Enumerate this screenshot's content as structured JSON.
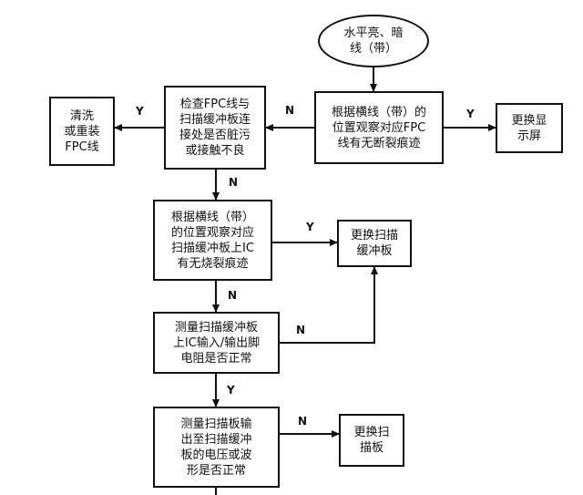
{
  "diagram": {
    "nodes": {
      "start": "水平亮、暗\n线（带）",
      "observe_fpc": "根据横线（带）的\n位置观察对应FPC\n线有无断裂痕迹",
      "replace_display": "更换显\n示屏",
      "check_fpc": "检查FPC线与\n扫描缓冲板连\n接处是否脏污\n或接触不良",
      "clean_fpc": "清洗\n或重装\nFPC线",
      "observe_ic": "根据横线（带）\n的位置观察对应\n扫描缓冲板上IC\n有无烧裂痕迹",
      "replace_buffer": "更换扫描\n缓冲板",
      "measure_ic": "测量扫描缓冲板\n上IC输入/输出脚\n电阻是否正常",
      "measure_scan": "测量扫描板输\n出至扫描缓冲\n板的电压或波\n形是否正常",
      "replace_scan": "更换扫\n描板"
    },
    "edge_labels": {
      "fpc_to_display": "Y",
      "fpc_to_check": "N",
      "check_to_clean": "Y",
      "check_to_ic": "N",
      "ic_to_buffer": "Y",
      "ic_to_measure": "N",
      "measure_ic_to_buffer": "N",
      "measure_ic_to_scan": "Y",
      "scan_to_replace": "N"
    }
  }
}
